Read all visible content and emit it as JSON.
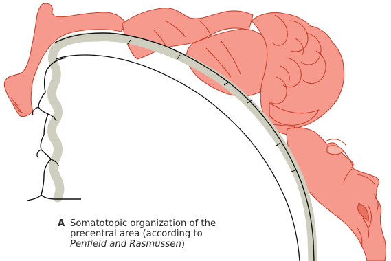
{
  "caption": {
    "letter": "A",
    "line1": "Somatotopic organization of the",
    "line2": "precentral area (according to",
    "authors": "Penfield and Rasmussen",
    "closing": ")"
  },
  "colors": {
    "homunculus_fill": "#f59a8c",
    "homunculus_line": "#c9412f",
    "cortex_band": "#cfcfbf",
    "outline": "#111111"
  }
}
